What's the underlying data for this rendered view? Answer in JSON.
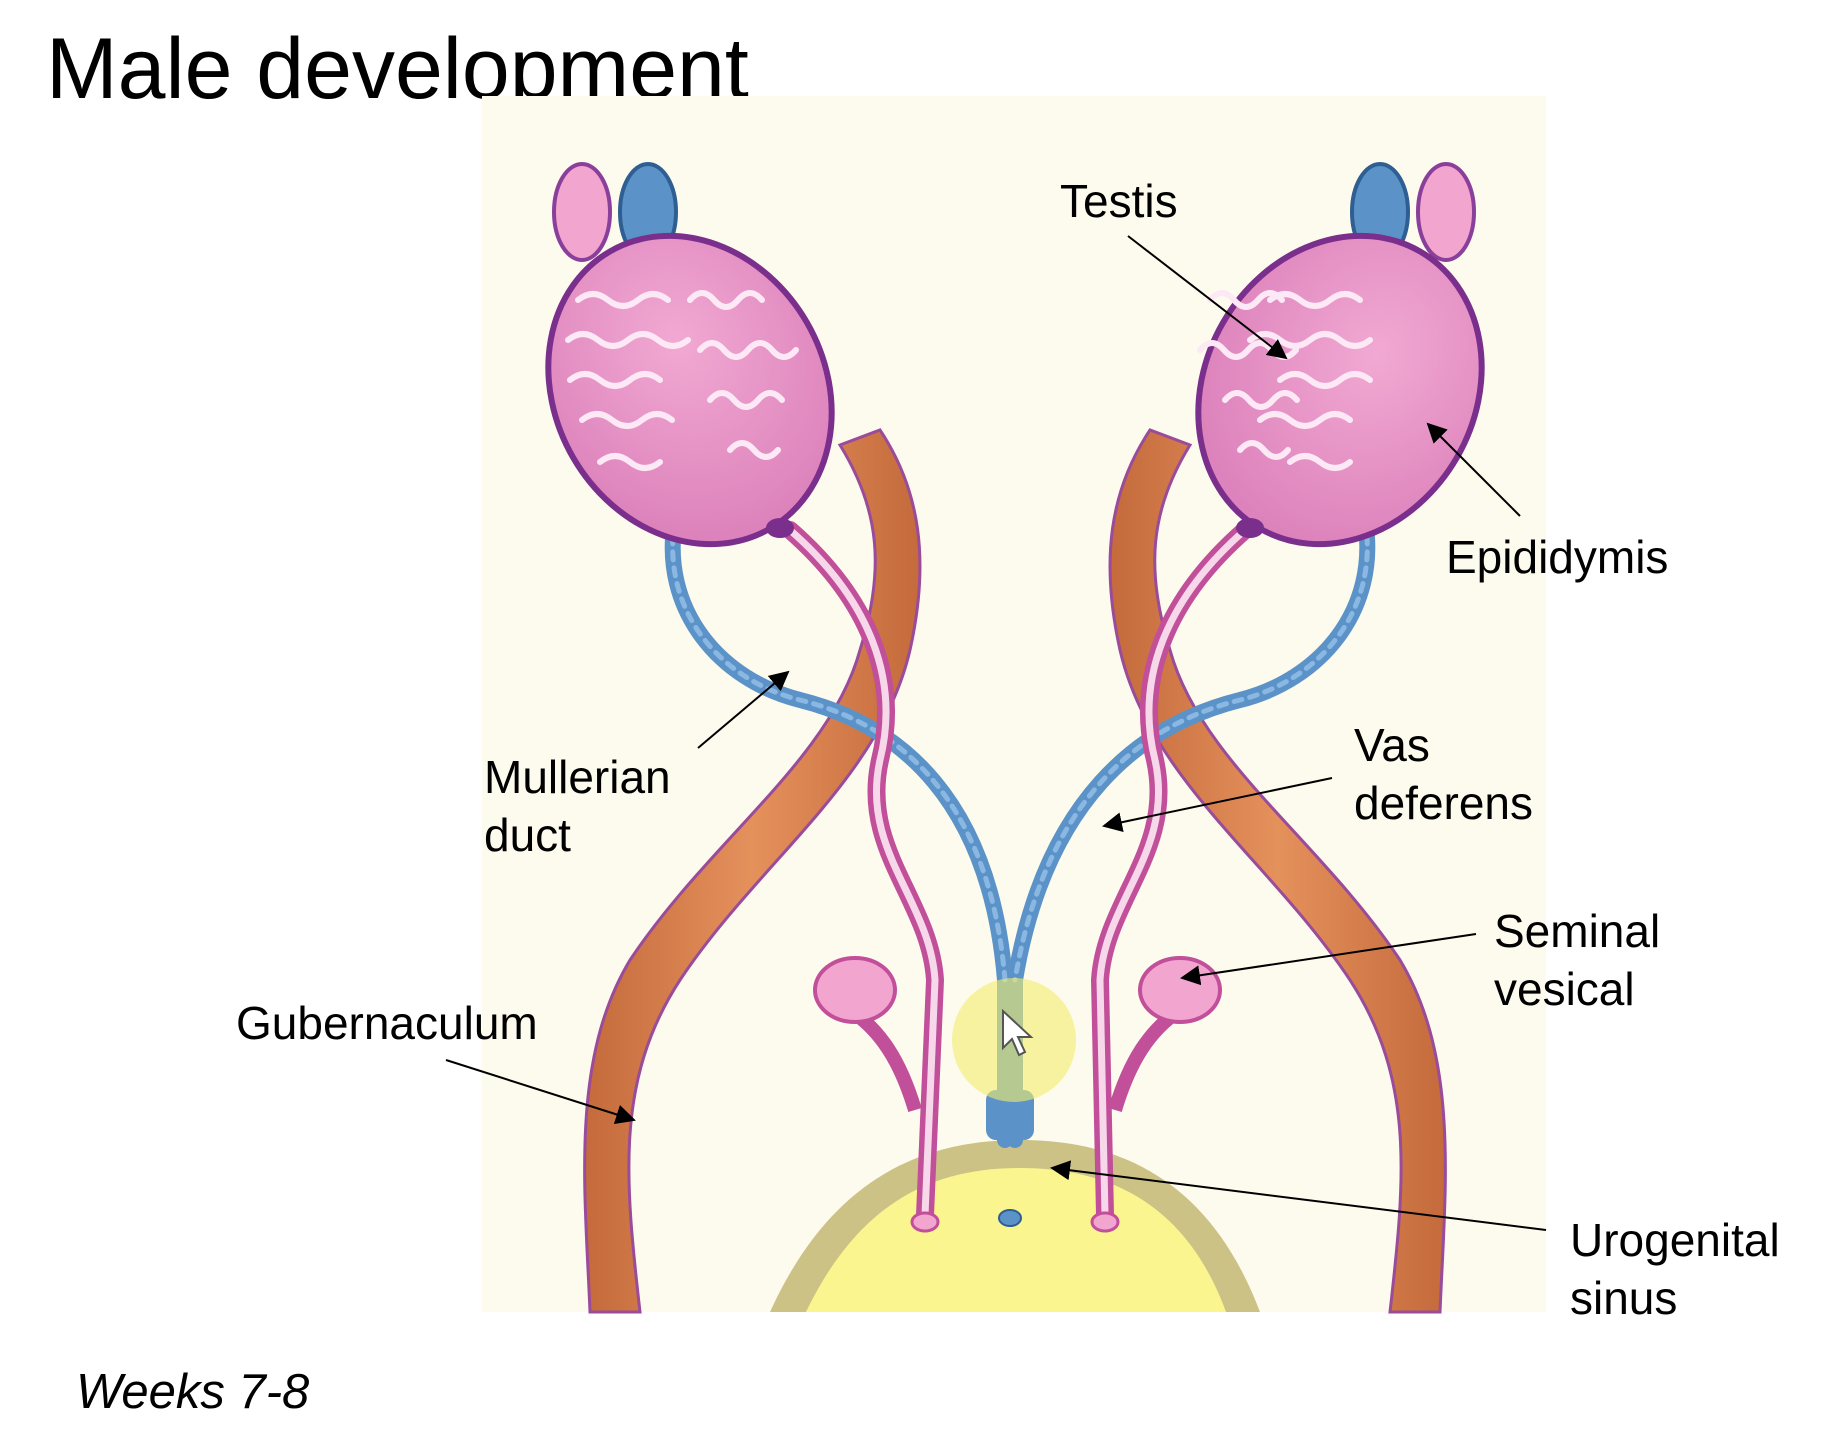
{
  "slide": {
    "title": "Male development",
    "subtitle": "Weeks 7-8"
  },
  "labels": {
    "testis": "Testis",
    "epididymis": "Epididymis",
    "vas_deferens_1": "Vas",
    "vas_deferens_2": "deferens",
    "mullerian_duct_1": "Mullerian",
    "mullerian_duct_2": "duct",
    "seminal_vesical_1": "Seminal",
    "seminal_vesical_2": "vesical",
    "gubernaculum": "Gubernaculum",
    "urogenital_sinus_1": "Urogenital",
    "urogenital_sinus_2": "sinus"
  },
  "colors": {
    "panel_background": "#fdfbee",
    "testis_fill": "#e993c4",
    "testis_outline": "#7a2f8c",
    "mullerian_duct": "#5b93c9",
    "gubernaculum": "#d9804b",
    "vas_deferens": "#c24f9a",
    "seminal_vesicle": "#f2a5cf",
    "urogenital_sinus_fill": "#fbf58f",
    "urogenital_sinus_rim": "#cdc286",
    "pointer_highlight": "#f3ec6a"
  }
}
